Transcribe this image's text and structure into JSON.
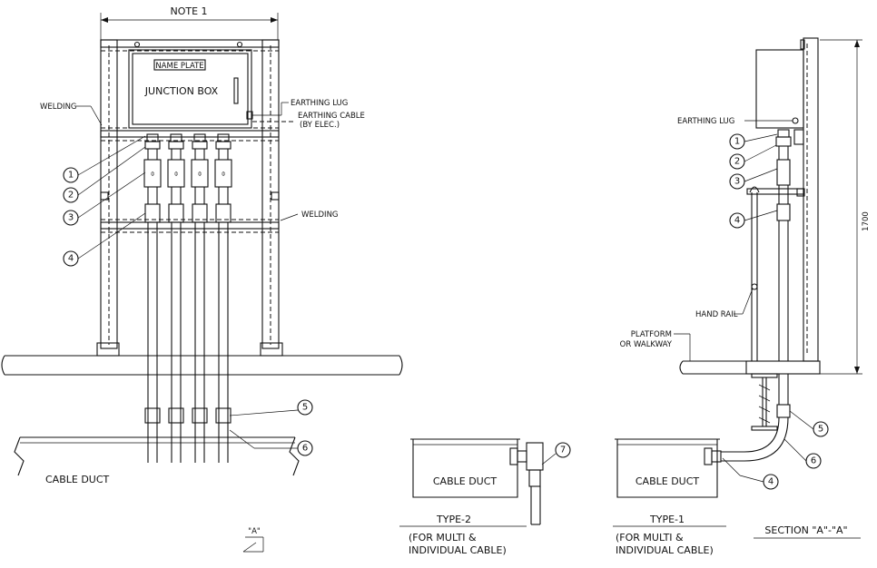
{
  "labels": {
    "note1": "NOTE 1",
    "name_plate": "NAME PLATE",
    "junction_box": "JUNCTION BOX",
    "earthing_lug": "EARTHING LUG",
    "earthing_cable_1": "EARTHING CABLE",
    "earthing_cable_2": "(BY ELEC.)",
    "welding_left": "WELDING",
    "welding_right": "WELDING",
    "cable_duct_main": "CABLE DUCT",
    "view_a": "\"A\"",
    "earthing_lug_side": "EARTHING LUG",
    "dimension_1700": "1700",
    "hand_rail": "HAND RAIL",
    "platform_1": "PLATFORM",
    "platform_2": "OR WALKWAY",
    "cable_duct_type2": "CABLE DUCT",
    "cable_duct_type1": "CABLE DUCT",
    "type2_title": "TYPE-2",
    "type2_sub1": "(FOR MULTI &",
    "type2_sub2": "INDIVIDUAL CABLE)",
    "type1_title": "TYPE-1",
    "type1_sub1": "(FOR MULTI &",
    "type1_sub2": "INDIVIDUAL CABLE)",
    "section": "SECTION \"A\"-\"A\""
  },
  "callouts": {
    "front_1": "1",
    "front_2": "2",
    "front_3": "3",
    "front_4": "4",
    "front_5": "5",
    "front_6": "6",
    "type2_7": "7",
    "type1_4": "4",
    "type1_5": "5",
    "type1_6": "6",
    "side_1": "1",
    "side_2": "2",
    "side_3": "3",
    "side_4": "4"
  }
}
